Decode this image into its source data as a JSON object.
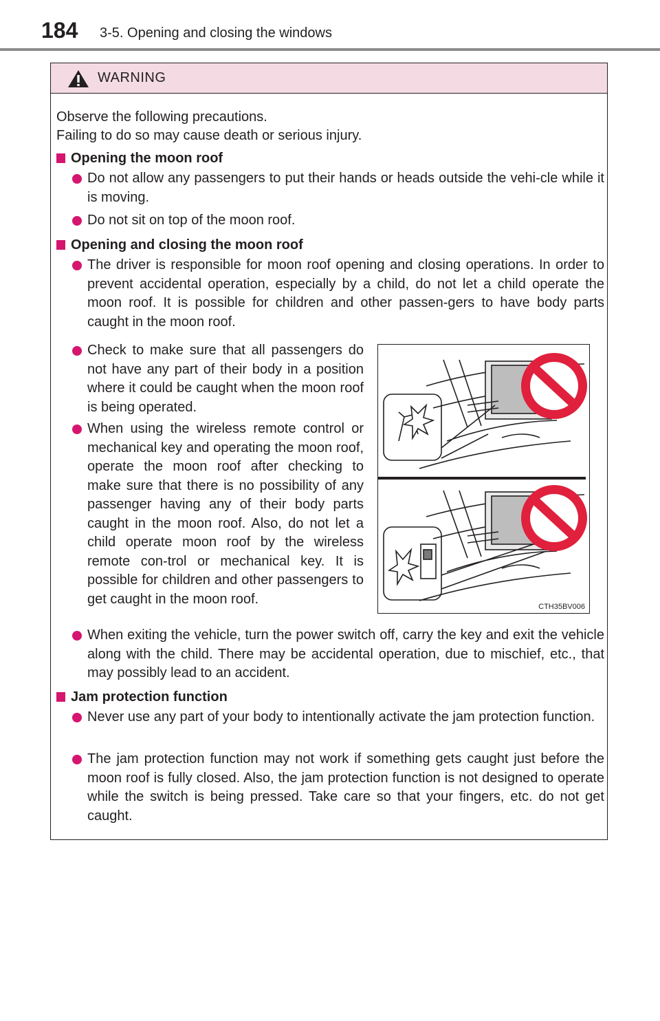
{
  "header": {
    "page_number": "184",
    "section": "3-5. Opening and closing the windows"
  },
  "warning": {
    "title": "WARNING",
    "intro_1": "Observe the following precautions.",
    "intro_2": "Failing to do so may cause death or serious injury.",
    "sections": [
      {
        "heading": "Opening the moon roof",
        "bullets": [
          "Do not allow any passengers to put their hands or heads outside the vehi-cle while it is moving.",
          "Do not sit on top of the moon roof."
        ]
      },
      {
        "heading": "Opening and closing the moon roof",
        "bullets": [
          "The driver is responsible for moon roof opening and closing operations. In order to prevent accidental operation, especially by a child, do not let a child operate the moon roof. It is possible for children and other passen-gers to have body parts caught in the moon roof.",
          "Check to make sure that all passengers do not have any part of their body in a position where it could be caught when the moon roof is being operated.",
          "When using the wireless remote control or mechanical key and operating the moon roof, operate the moon roof after checking to make sure that there is no possibility of any passenger having any of their body parts caught in the moon roof. Also, do not let a child operate moon roof by the wireless remote con-trol or mechanical key. It is possible for children and other passengers to get caught in the moon roof.",
          "When exiting the vehicle, turn the power switch off, carry the key and exit the vehicle along with the child. There may be accidental operation, due to mischief, etc., that may possibly lead to an accident."
        ]
      },
      {
        "heading": "Jam protection function",
        "bullets": [
          "Never use any part of your body to intentionally activate the jam protection function.",
          "The jam protection function may not work if something gets caught just before the moon roof is fully closed. Also, the jam protection function is not designed to operate while the switch is being pressed. Take care so that your fingers, etc. do not get caught."
        ]
      }
    ],
    "figure_code": "CTH35BV006"
  },
  "colors": {
    "accent": "#d5156f",
    "warning_header_bg": "#f4dbe3",
    "prohibition_red": "#e0203c"
  }
}
